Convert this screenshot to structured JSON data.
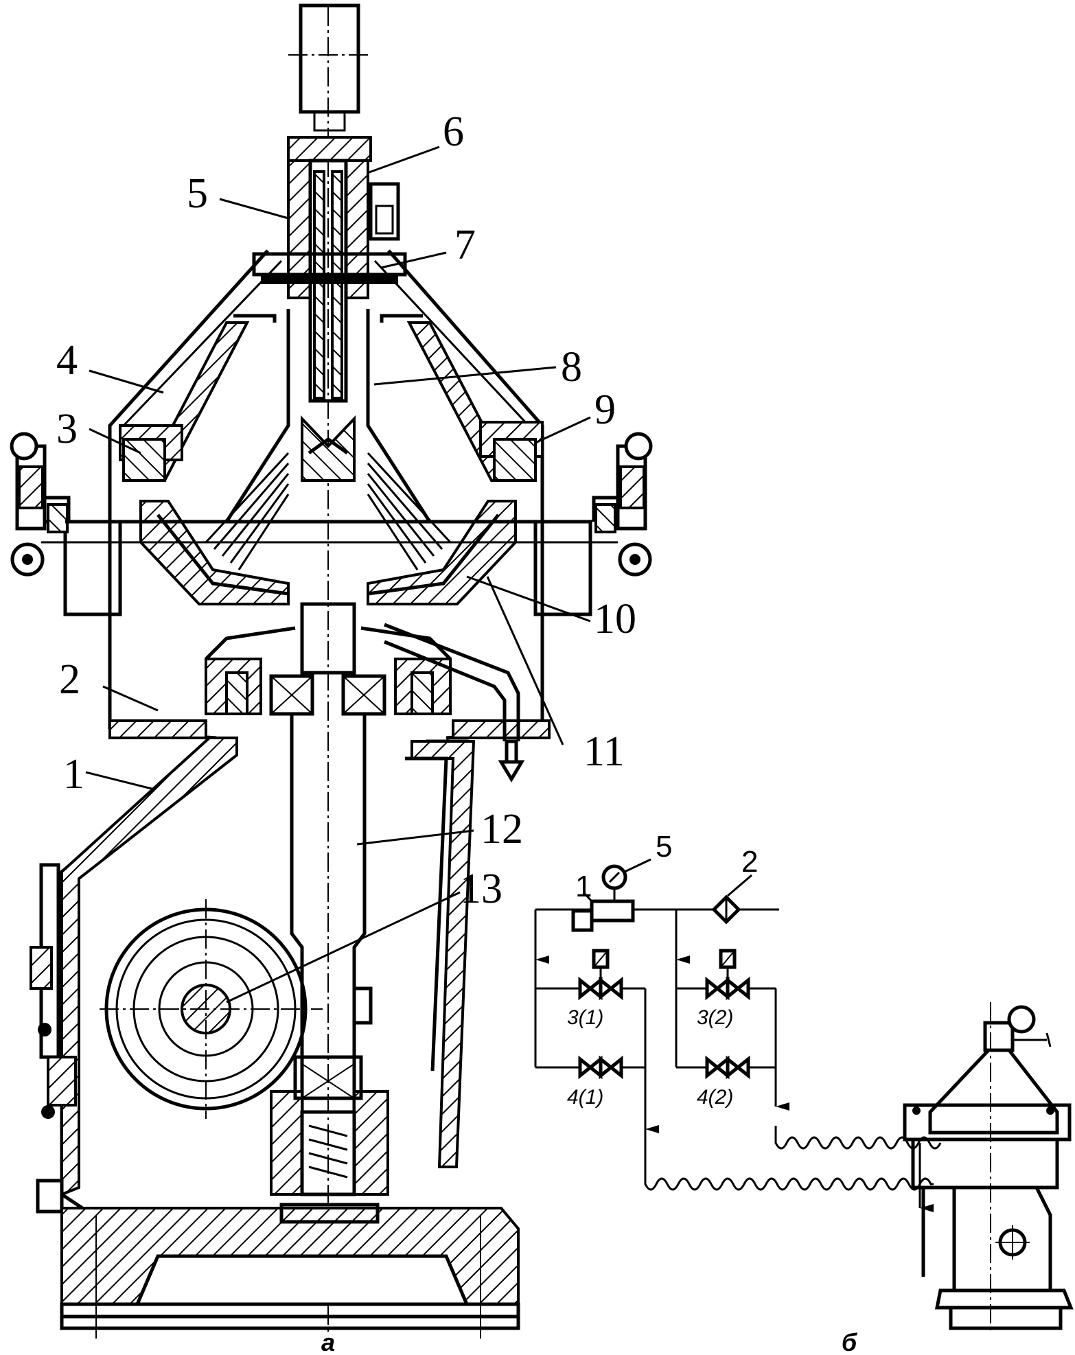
{
  "callouts_a": [
    {
      "id": "1",
      "text": "1"
    },
    {
      "id": "2",
      "text": "2"
    },
    {
      "id": "3",
      "text": "3"
    },
    {
      "id": "4",
      "text": "4"
    },
    {
      "id": "5",
      "text": "5"
    },
    {
      "id": "6",
      "text": "6"
    },
    {
      "id": "7",
      "text": "7"
    },
    {
      "id": "8",
      "text": "8"
    },
    {
      "id": "9",
      "text": "9"
    },
    {
      "id": "10",
      "text": "10"
    },
    {
      "id": "11",
      "text": "11"
    },
    {
      "id": "12",
      "text": "12"
    },
    {
      "id": "13",
      "text": "13"
    }
  ],
  "scheme_b": {
    "labels": [
      {
        "id": "s1",
        "text": "1"
      },
      {
        "id": "s2",
        "text": "2"
      },
      {
        "id": "s5",
        "text": "5"
      }
    ],
    "valves": [
      {
        "id": "v31",
        "text": "3(1)"
      },
      {
        "id": "v32",
        "text": "3(2)"
      },
      {
        "id": "v41",
        "text": "4(1)"
      },
      {
        "id": "v42",
        "text": "4(2)"
      }
    ]
  },
  "subfigure_labels": {
    "a": "а",
    "b": "б"
  }
}
